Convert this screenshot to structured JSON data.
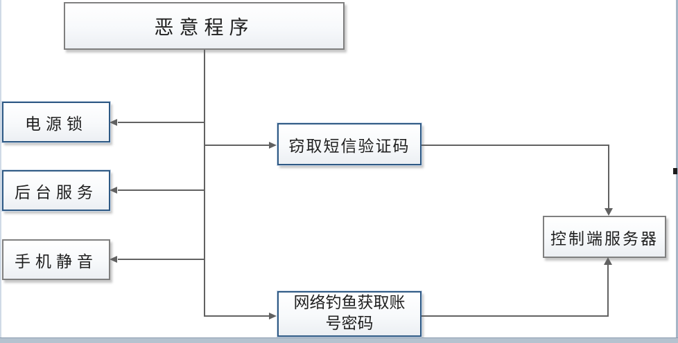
{
  "diagram": {
    "type": "flowchart",
    "nodes": {
      "malware": {
        "label": "恶意程序",
        "border": "gray"
      },
      "power_lock": {
        "label": "电源锁",
        "border": "blue"
      },
      "background_service": {
        "label": "后台服务",
        "border": "blue"
      },
      "phone_mute": {
        "label": "手机静音",
        "border": "gray"
      },
      "sms_code_theft": {
        "label": "窃取短信验证码",
        "border": "blue"
      },
      "phishing": {
        "label": "网络钓鱼获取账号密码",
        "border": "blue"
      },
      "control_server": {
        "label": "控制端服务器",
        "border": "gray"
      }
    },
    "edges": [
      {
        "from": "malware",
        "to": "power_lock",
        "direction": "left"
      },
      {
        "from": "malware",
        "to": "background_service",
        "direction": "left"
      },
      {
        "from": "malware",
        "to": "phone_mute",
        "direction": "left"
      },
      {
        "from": "malware",
        "to": "sms_code_theft",
        "direction": "right"
      },
      {
        "from": "malware",
        "to": "phishing",
        "direction": "right"
      },
      {
        "from": "sms_code_theft",
        "to": "control_server",
        "direction": "down"
      },
      {
        "from": "phishing",
        "to": "control_server",
        "direction": "up"
      }
    ],
    "colors": {
      "node_border_blue": "#2e5984",
      "node_border_gray": "#7f7f7f",
      "connector": "#616161",
      "node_fill_top": "#ffffff",
      "node_fill_bottom": "#eceff3",
      "frame_bottom_band": "#b5c2cf"
    }
  }
}
